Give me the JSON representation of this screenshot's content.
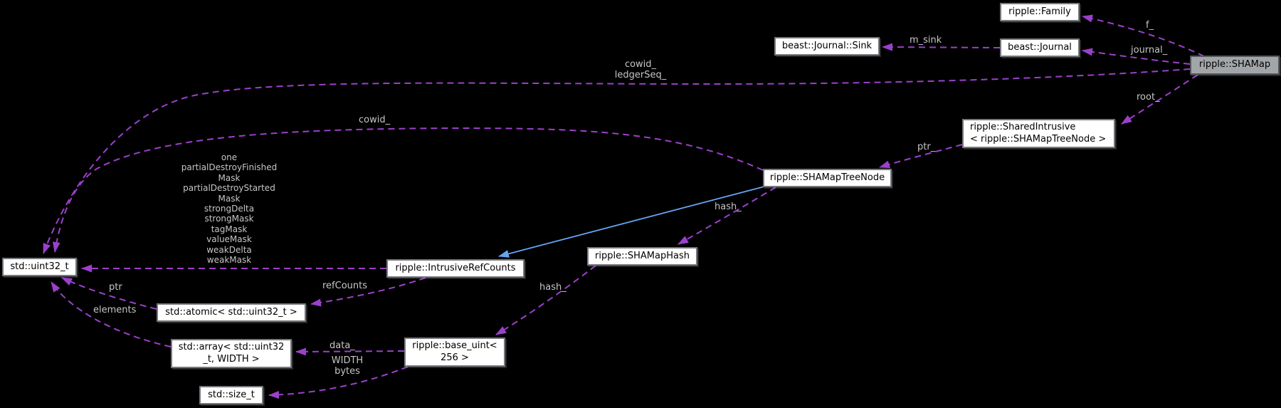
{
  "diagram": {
    "colors": {
      "background": "#000000",
      "edge": "#9c40cc",
      "inheritance_edge": "#66a3f2",
      "label_text": "#c6c6c6",
      "node_fill": "#ffffff",
      "node_border": "#75797e",
      "node_text": "#000000",
      "highlight_node_fill": "#a3a6a9"
    },
    "nodes": [
      {
        "id": "family",
        "label": "ripple::Family",
        "highlight": false
      },
      {
        "id": "journal-sink",
        "label": "beast::Journal::Sink",
        "highlight": false
      },
      {
        "id": "journal",
        "label": "beast::Journal",
        "highlight": false
      },
      {
        "id": "shamap",
        "label": "ripple::SHAMap",
        "highlight": true
      },
      {
        "id": "shared-intrusive",
        "label": "ripple::SharedIntrusive\n< ripple::SHAMapTreeNode >",
        "highlight": false
      },
      {
        "id": "shamap-tree-node",
        "label": "ripple::SHAMapTreeNode",
        "highlight": false
      },
      {
        "id": "shamap-hash",
        "label": "ripple::SHAMapHash",
        "highlight": false
      },
      {
        "id": "intrusive-ref-counts",
        "label": "ripple::IntrusiveRefCounts",
        "highlight": false
      },
      {
        "id": "uint32-t",
        "label": "std::uint32_t",
        "highlight": false
      },
      {
        "id": "atomic-uint32",
        "label": "std::atomic< std::uint32_t >",
        "highlight": false
      },
      {
        "id": "array-uint32-width",
        "label": "std::array< std::uint32\n_t, WIDTH >",
        "highlight": false
      },
      {
        "id": "base-uint-256",
        "label": "ripple::base_uint<\n256 >",
        "highlight": false
      },
      {
        "id": "size-t",
        "label": "std::size_t",
        "highlight": false
      }
    ],
    "edges": [
      {
        "from": "ripple::SHAMap",
        "to": "ripple::Family",
        "label": "f_",
        "style": "dashed"
      },
      {
        "from": "ripple::SHAMap",
        "to": "beast::Journal",
        "label": "journal_",
        "style": "dashed"
      },
      {
        "from": "beast::Journal",
        "to": "beast::Journal::Sink",
        "label": "m_sink",
        "style": "dashed"
      },
      {
        "from": "ripple::SHAMap",
        "to": "std::uint32_t",
        "label": "cowid_\nledgerSeq_",
        "style": "dashed"
      },
      {
        "from": "ripple::SHAMap",
        "to": "ripple::SharedIntrusive< ripple::SHAMapTreeNode >",
        "label": "root_",
        "style": "dashed"
      },
      {
        "from": "ripple::SharedIntrusive< ripple::SHAMapTreeNode >",
        "to": "ripple::SHAMapTreeNode",
        "label": "ptr_",
        "style": "dashed"
      },
      {
        "from": "ripple::SHAMapTreeNode",
        "to": "std::uint32_t",
        "label": "cowid_",
        "style": "dashed"
      },
      {
        "from": "ripple::SHAMapTreeNode",
        "to": "ripple::SHAMapHash",
        "label": "hash_",
        "style": "dashed"
      },
      {
        "from": "ripple::SHAMapTreeNode",
        "to": "ripple::IntrusiveRefCounts",
        "label": "",
        "style": "solid-inheritance"
      },
      {
        "from": "ripple::IntrusiveRefCounts",
        "to": "std::uint32_t",
        "label": "one\npartialDestroyFinished\nMask\npartialDestroyStarted\nMask\nstrongDelta\nstrongMask\ntagMask\nvalueMask\nweakDelta\nweakMask",
        "style": "dashed"
      },
      {
        "from": "ripple::IntrusiveRefCounts",
        "to": "std::atomic< std::uint32_t >",
        "label": "refCounts",
        "style": "dashed"
      },
      {
        "from": "std::atomic< std::uint32_t >",
        "to": "std::uint32_t",
        "label": "ptr",
        "style": "dashed"
      },
      {
        "from": "std::array< std::uint32_t, WIDTH >",
        "to": "std::uint32_t",
        "label": "elements",
        "style": "dashed"
      },
      {
        "from": "ripple::base_uint< 256 >",
        "to": "std::array< std::uint32_t, WIDTH >",
        "label": "data_",
        "style": "dashed"
      },
      {
        "from": "ripple::base_uint< 256 >",
        "to": "std::size_t",
        "label": "WIDTH\nbytes",
        "style": "dashed"
      },
      {
        "from": "ripple::SHAMapHash",
        "to": "ripple::base_uint< 256 >",
        "label": "hash_",
        "style": "dashed"
      }
    ]
  }
}
